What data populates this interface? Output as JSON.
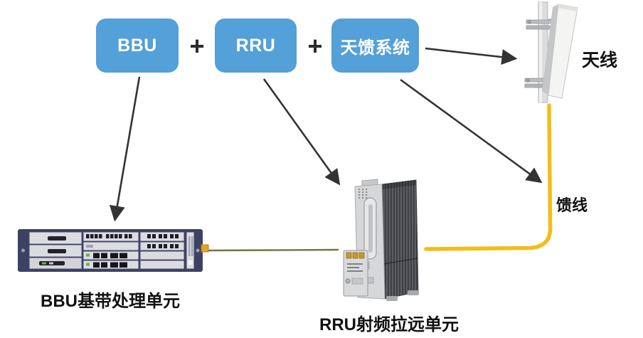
{
  "formula": {
    "operator": "+",
    "nodes": [
      {
        "id": "bbu",
        "label": "BBU"
      },
      {
        "id": "rru",
        "label": "RRU"
      },
      {
        "id": "antenna-feeder-system",
        "label": "天馈系统"
      }
    ]
  },
  "labels": {
    "antenna": "天线",
    "feeder": "馈线",
    "bbu_caption": "BBU基带处理单元",
    "rru_caption": "RRU射频拉远单元"
  },
  "illustrations": {
    "bbu": "bbu-rack-unit-illustration",
    "rru": "rru-outdoor-unit-illustration",
    "antenna": "panel-antenna-illustration"
  },
  "colors": {
    "background": "#ffffff",
    "node_fill": "#54a0d8",
    "node_text": "#ffffff",
    "operator_text": "#2b2b2b",
    "arrow": "#333333",
    "feeder_cable": "#f3bd17",
    "bbu_rru_cable": "#75753f",
    "bbu_frame": "#3d4264",
    "caption_text": "#111111"
  }
}
